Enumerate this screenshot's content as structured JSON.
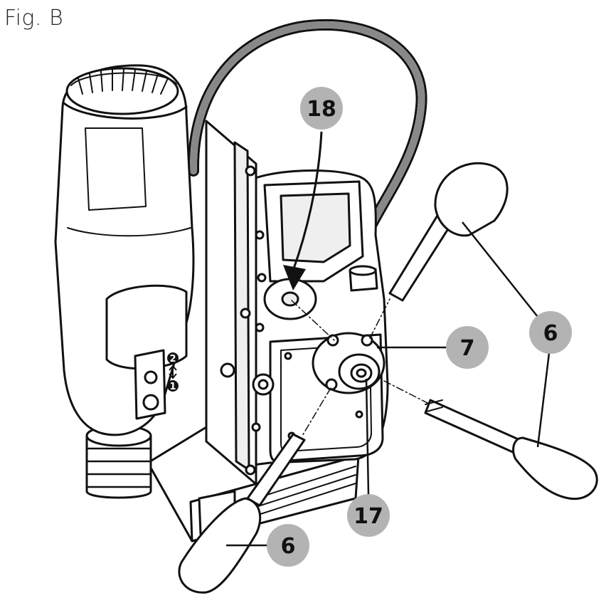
{
  "figure": {
    "title": "Fig. B"
  },
  "callouts": [
    {
      "id": "c18",
      "label": "18"
    },
    {
      "id": "c7",
      "label": "7"
    },
    {
      "id": "c6a",
      "label": "6"
    },
    {
      "id": "c6b",
      "label": "6"
    },
    {
      "id": "c17",
      "label": "17"
    }
  ],
  "direction_marks": {
    "top": "2",
    "bottom": "1"
  },
  "colors": {
    "line": "#111111",
    "callout_fill": "#b3b3b3",
    "paper": "#ffffff",
    "shade": "#efefef"
  }
}
